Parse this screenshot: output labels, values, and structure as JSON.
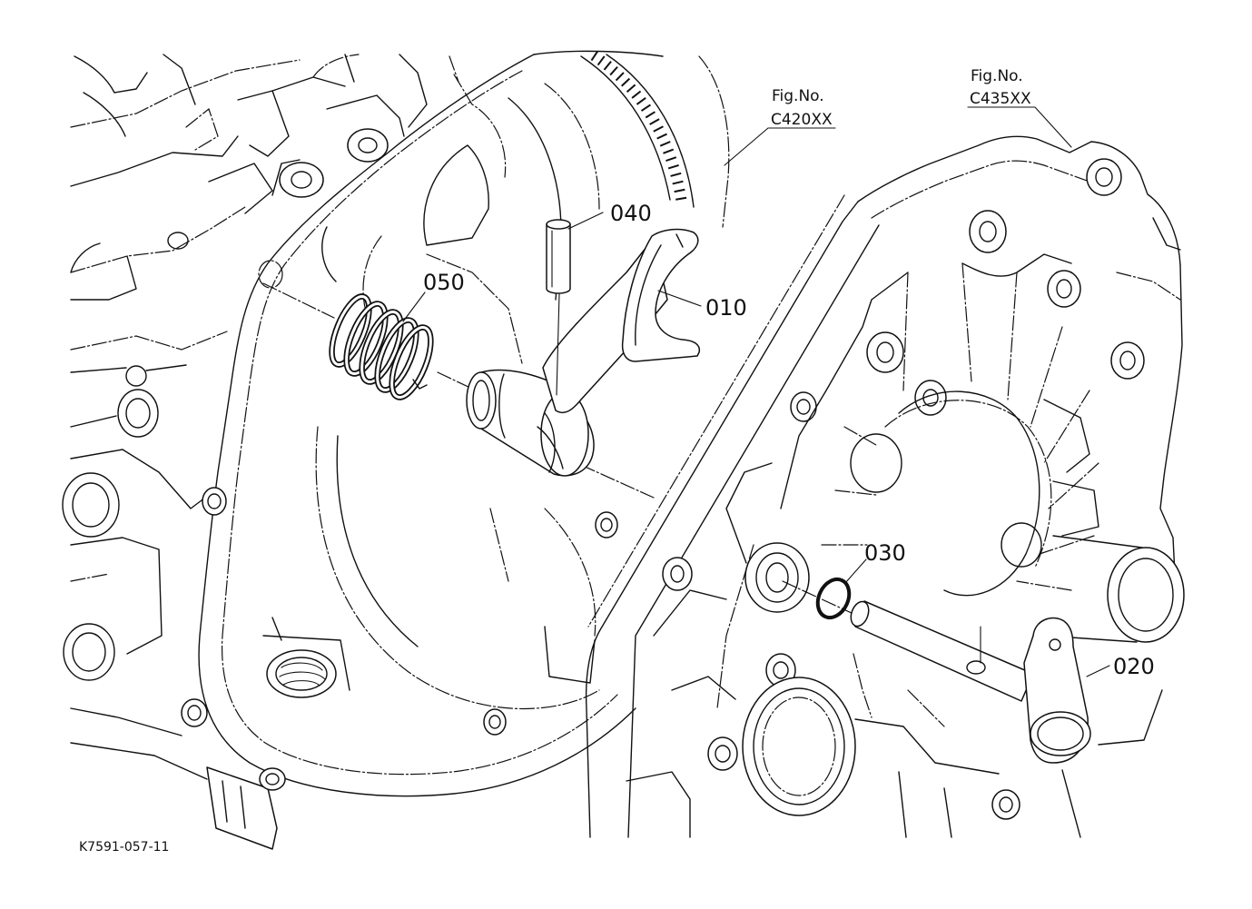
{
  "callouts": {
    "part_010": "010",
    "part_020": "020",
    "part_030": "030",
    "part_040": "040",
    "part_050": "050"
  },
  "references": {
    "left": {
      "line1": "Fig.No.",
      "line2": "C420XX"
    },
    "right": {
      "line1": "Fig.No.",
      "line2": "C435XX"
    }
  },
  "drawing_id": "K7591-057-11"
}
